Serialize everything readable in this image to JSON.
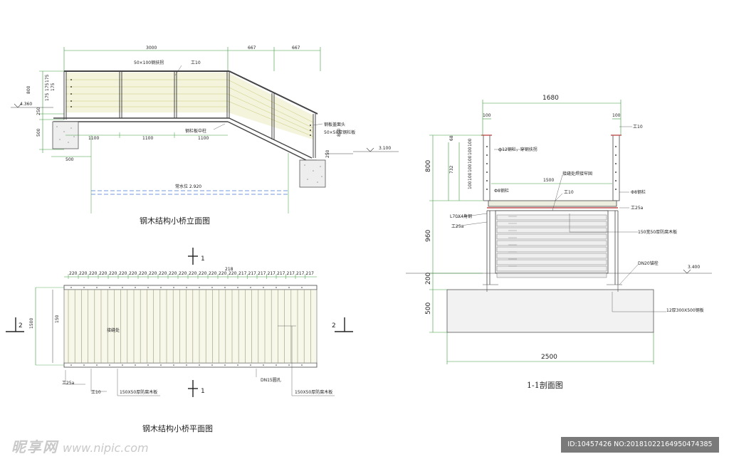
{
  "elevation": {
    "title": "钢木结构小桥立面图",
    "labels": {
      "handrail": "50×100钢扶拐",
      "beam_top": "工10",
      "rail_note_1": "钢板盖面头",
      "rail_note_2": "50×50厚钢栏板",
      "post_note": "钢栏板中柱",
      "water_level": "常水位 2.920",
      "left_level": "4.360",
      "right_level": "3.100"
    },
    "dims": {
      "top_a": "3000",
      "top_b": "667",
      "top_c": "667",
      "height_800": "800",
      "height_500": "500",
      "base_500": "500",
      "span_1100a": "1100",
      "span_1100b": "1100",
      "span_1100c": "1100",
      "right_800": "800",
      "post_250": "250",
      "small_a": "175",
      "small_b": "175",
      "small_c": "175",
      "small_d": "175",
      "small_e": "250"
    }
  },
  "plan": {
    "title": "钢木结构小桥平面图",
    "section_mark_top": "1",
    "section_mark_bottom": "1",
    "section_mark_left": "2",
    "section_mark_right": "2",
    "dims_left": [
      "220",
      "220",
      "220",
      "220",
      "220",
      "220",
      "220",
      "220",
      "220",
      "220",
      "220",
      "220",
      "220",
      "220",
      "220",
      "220",
      "220"
    ],
    "dims_right": [
      "217",
      "217",
      "217",
      "217",
      "217",
      "217",
      "217",
      "217"
    ],
    "dim_218": "218",
    "dim_1500": "1500",
    "dim_150": "150",
    "labels": {
      "left_a": "工25a",
      "left_b": "工10",
      "board_left": "150X50厚防腐木板",
      "center_note": "接缝处",
      "pipe": "DN15圆孔",
      "board_right": "150X50厚防腐木板"
    }
  },
  "section": {
    "title": "1-1剖面图",
    "dims": {
      "width_1680": "1680",
      "post_100_left": "100",
      "post_100_right": "100",
      "inner_1500": "1500",
      "height_800": "800",
      "height_732": "732",
      "height_68": "68",
      "height_960": "960",
      "height_200": "200",
      "height_500": "500",
      "base_2500": "2500",
      "bar_spacing": [
        "100",
        "100",
        "100",
        "100",
        "100",
        "100"
      ]
    },
    "labels": {
      "i10_top": "工10",
      "i10_mid": "工10",
      "i25a_right": "工25a",
      "i25a_left": "工25a",
      "rail_note": "ф12钢栏，穿钢扶拐",
      "splice_note": "接缝处焊接牢固",
      "bottom_rail_left": "Ф8钢栏",
      "bottom_rail_right": "Ф8钢栏",
      "angle_note": "L70X4角钢",
      "board_note": "150宽50厚防腐木板",
      "bolt_note": "DN20锚栓",
      "plate_note": "12厚300X500钢板",
      "level": "3.400"
    }
  },
  "watermark": {
    "site": "昵享网",
    "url": "www.nipic.com",
    "id_text": "ID:10457426 NO:20181022164950474385"
  }
}
